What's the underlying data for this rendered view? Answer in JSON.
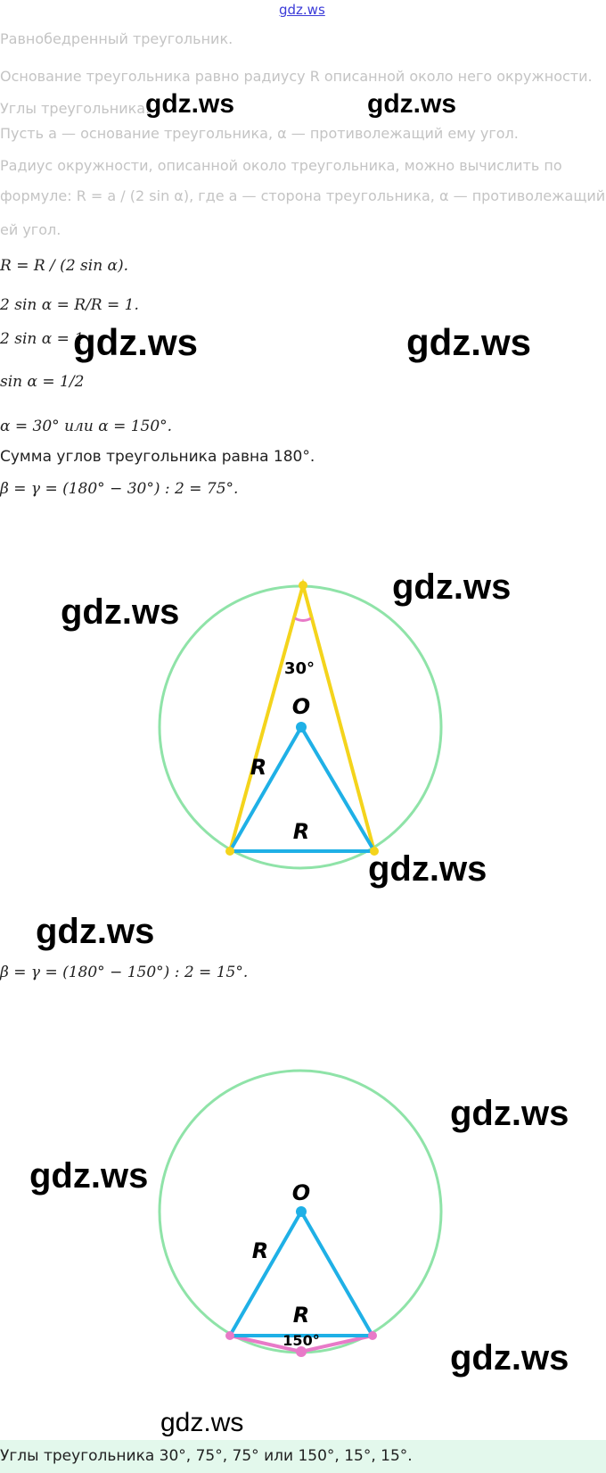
{
  "header_link": "gdz.ws",
  "watermark": "gdz.ws",
  "lines": {
    "l1": "Равнобедренный треугольник.",
    "l2": "Основание треугольника равно радиусу R описанной около него окружности.",
    "l3": "Углы треугольника.",
    "l4": "Пусть a — основание треугольника, α — противолежащий ему угол.",
    "l5": "Радиус окружности, описанной около треугольника, можно вычислить по",
    "l6": "формуле: R = a / (2 sin α), где a — сторона треугольника, α — противолежащий",
    "l7": "ей угол.",
    "f1": "R = R / (2 sin α).",
    "f2": "2 sin α = R/R = 1.",
    "f3": "2 sin α = 1",
    "f4": "sin α = 1/2",
    "f5": "α = 30° или α = 150°.",
    "f6": "Сумма углов треугольника равна 180°.",
    "f7": "β = γ = (180° − 30°) : 2 = 75°.",
    "f8": "β = γ = (180° − 150°) : 2 = 15°."
  },
  "diagram1": {
    "angle": "30°",
    "center": "O",
    "side1": "R",
    "side2": "R"
  },
  "diagram2": {
    "angle": "150°",
    "center": "O",
    "side1": "R",
    "side2": "R"
  },
  "answer": "Углы треугольника 30°, 75°, 75° или 150°, 15°, 15°.",
  "colors": {
    "circle": "#8fe3a8",
    "triangle": "#1fb0e6",
    "yellow": "#f4d41c",
    "pink": "#e87ac8",
    "answer_bg": "#e3f8ec"
  }
}
